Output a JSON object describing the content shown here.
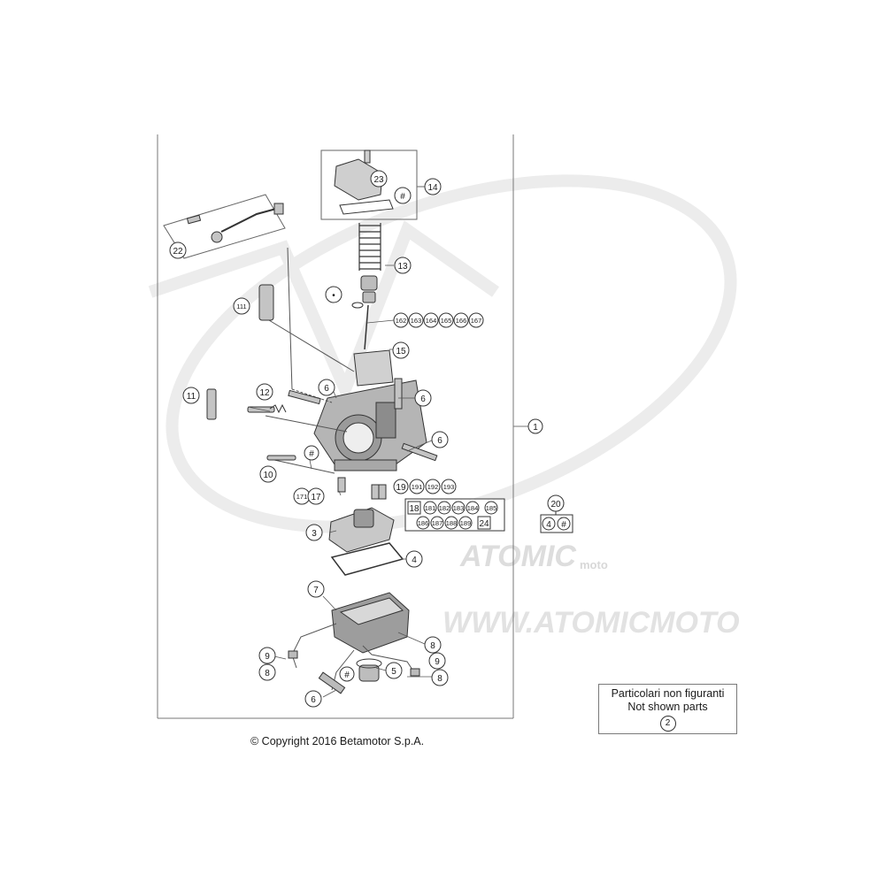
{
  "copyright": "© Copyright 2016 Betamotor S.p.A.",
  "legend": {
    "line1": "Particolari non figuranti",
    "line2": "Not shown parts",
    "number": "2"
  },
  "watermark": {
    "brand_line1": "ATOMIC",
    "brand_line2": "moto",
    "url": "WWW.ATOMICMOTO"
  },
  "callouts": {
    "c1": "1",
    "c3": "3",
    "c4": "4",
    "c5": "5",
    "c6a": "6",
    "c6b": "6",
    "c6c": "6",
    "c6d": "6",
    "c7": "7",
    "c8a": "8",
    "c8b": "8",
    "c8c": "8",
    "c9a": "9",
    "c9b": "9",
    "c10": "10",
    "c11": "11",
    "c12": "12",
    "c13": "13",
    "c14": "14",
    "c15": "15",
    "c17": "17",
    "c171": "171",
    "c19": "19",
    "c20": "20",
    "c22": "22",
    "c23": "23",
    "c111": "111",
    "hash14": "#",
    "hash10": "#",
    "hash5": "#",
    "dot": "•"
  },
  "jet_row_162": [
    "162",
    "163",
    "164",
    "165",
    "166",
    "167"
  ],
  "jet_row_191": [
    "191",
    "192",
    "193"
  ],
  "box18_row1": [
    "18",
    "181",
    "182",
    "183",
    "184",
    "185"
  ],
  "box18_row2": [
    "186",
    "187",
    "188",
    "189",
    "24"
  ],
  "box20": [
    "4",
    "#"
  ]
}
